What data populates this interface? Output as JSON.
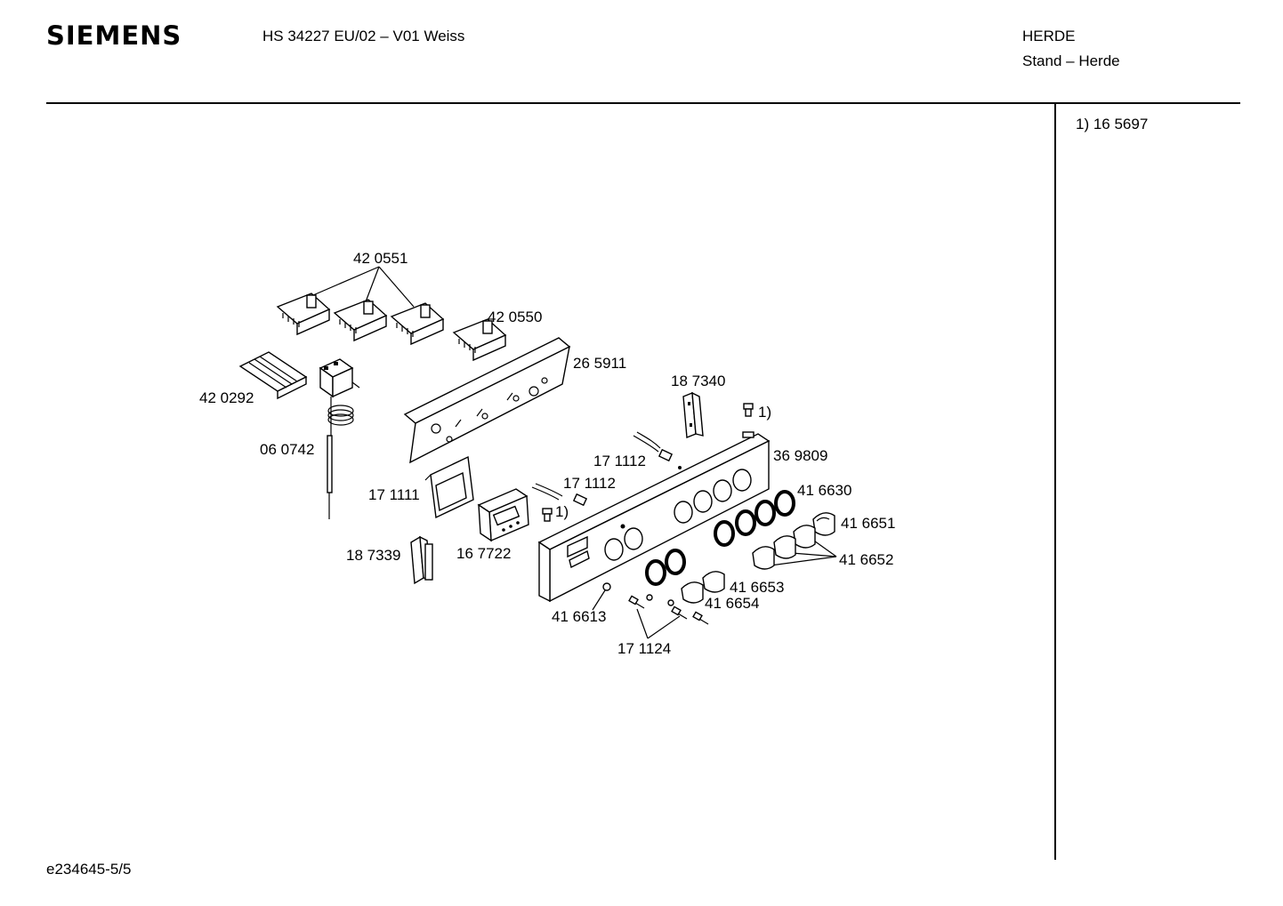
{
  "header": {
    "brand": "SIEMENS",
    "model": "HS 34227 EU/02 – V01 Weiss",
    "category": "HERDE",
    "subcategory": "Stand – Herde"
  },
  "notes": {
    "footnote_1": "1)  16 5697"
  },
  "footer": {
    "document_id": "e234645-5/5"
  },
  "parts": {
    "p420551": "42 0551",
    "p420550": "42 0550",
    "p420292": "42 0292",
    "p265911": "26 5911",
    "p060742": "06 0742",
    "p187340": "18 7340",
    "ref1_top": "1)",
    "p171112_a": "17 1112",
    "p369809": "36 9809",
    "p171112_b": "17 1112",
    "p171111": "17 1111",
    "p416630": "41 6630",
    "ref1_mid": "1)",
    "p416651": "41 6651",
    "p187339": "18 7339",
    "p167722": "16 7722",
    "p416652": "41 6652",
    "p416653": "41 6653",
    "p416654": "41 6654",
    "p416613": "41 6613",
    "p171124": "17 1124"
  }
}
